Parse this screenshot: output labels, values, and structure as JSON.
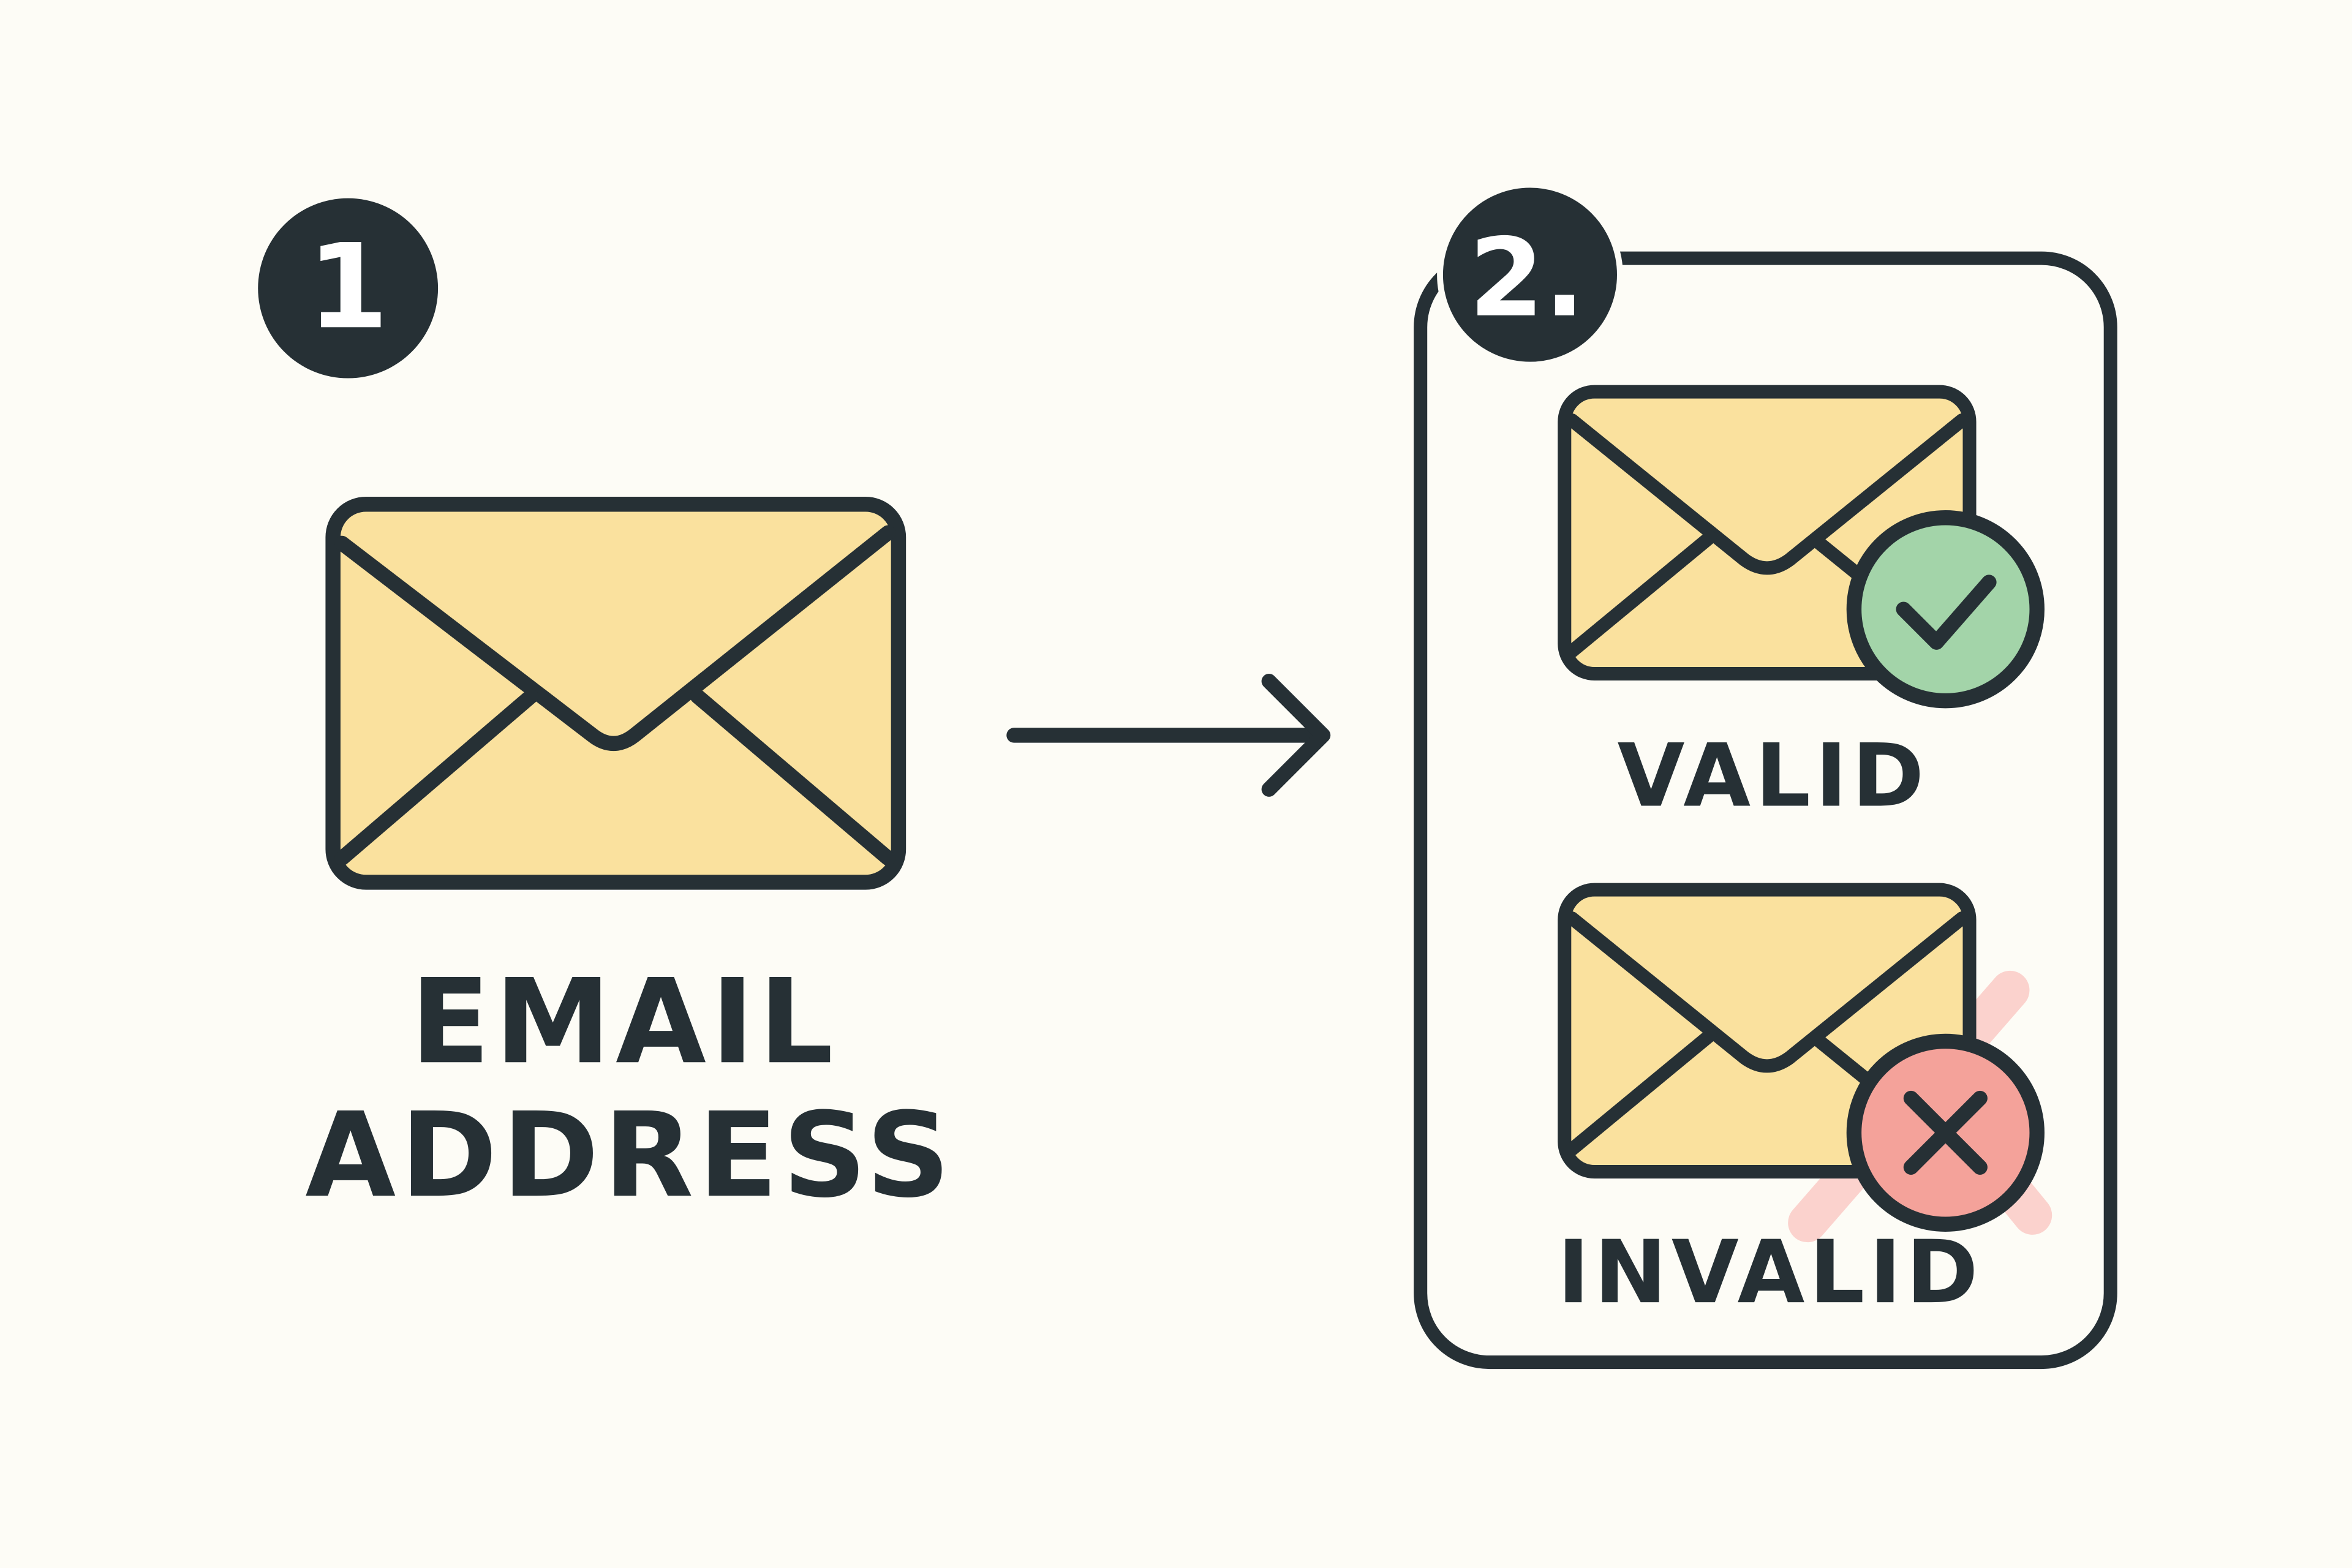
{
  "step1": {
    "number": "1",
    "label_line1": "EMAIL",
    "label_line2": "ADDRESS"
  },
  "step2": {
    "number": "2.",
    "valid_label": "VALID",
    "invalid_label": "INVALID"
  },
  "colors": {
    "background": "#fdfcf6",
    "ink": "#263035",
    "envelope": "#fae19e",
    "valid": "#a3d4a9",
    "invalid": "#f4a29a",
    "invalid_ghost": "#fbd2cd"
  }
}
